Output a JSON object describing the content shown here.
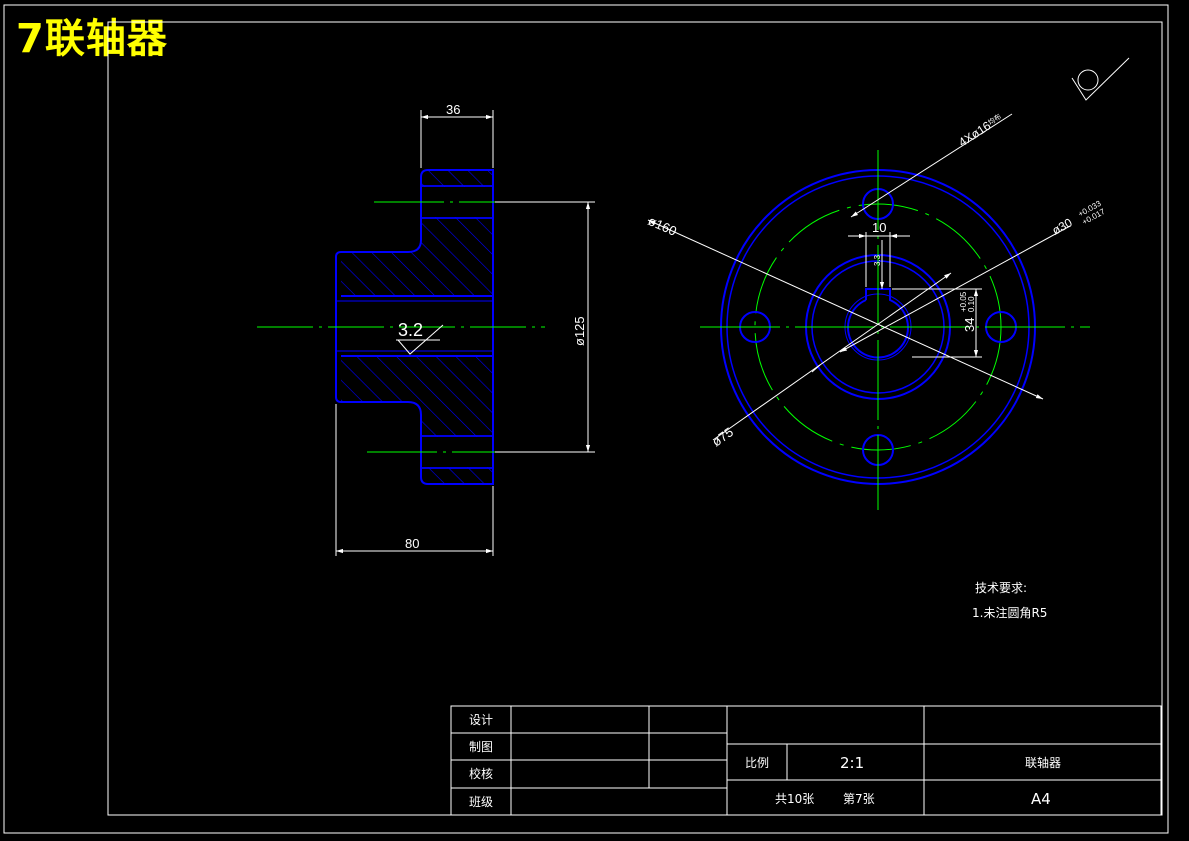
{
  "sheet_title": "7联轴器",
  "dimensions": {
    "width_36": "36",
    "width_80": "80",
    "dia_125": "ø125",
    "roughness": "3.2",
    "bolt_holes": "4Xø16",
    "bolt_holes_note": "均布",
    "dia_160": "ø160",
    "dia_75": "ø75",
    "bore": "ø30",
    "bore_tol_upper": "+0.033",
    "bore_tol_lower": "+0.017",
    "key_width": "10",
    "key_depth": "3.3",
    "key_34": "34",
    "key34_tol_upper": "+0.05",
    "key34_tol_lower": "0.10"
  },
  "technical_requirements": {
    "heading": "技术要求:",
    "item1": "1.未注圆角R5"
  },
  "title_block": {
    "design": "设计",
    "draw": "制图",
    "check": "校核",
    "class": "班级",
    "scale_label": "比例",
    "scale_value": "2:1",
    "part_name": "联轴器",
    "sheet_total": "共10张",
    "sheet_no": "第7张",
    "paper": "A4"
  },
  "colors": {
    "background": "#000000",
    "outline": "#0000ff",
    "centerline": "#00ff00",
    "dimension": "#ffffff",
    "title": "#ffff00"
  }
}
